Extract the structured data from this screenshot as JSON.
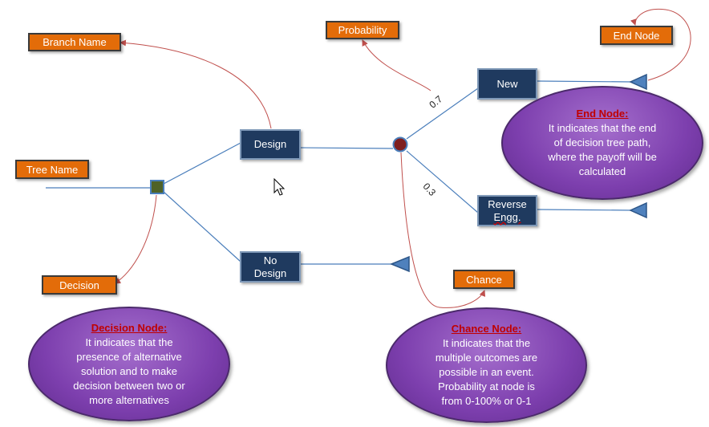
{
  "labels": {
    "branch_name": "Branch Name",
    "probability": "Probability",
    "end_node": "End Node",
    "tree_name": "Tree Name",
    "decision": "Decision",
    "chance": "Chance"
  },
  "nodes": {
    "design": "Design",
    "no_design_line1": "No",
    "no_design_line2": "Design",
    "new": "New",
    "reverse_line1": "Reverse",
    "reverse_line2": "Engg."
  },
  "probabilities": {
    "upper": "0.7",
    "lower": "0.3"
  },
  "callouts": {
    "end": {
      "title": "End Node:",
      "lines": [
        "It indicates  that the end",
        "of decision tree path,",
        "where the payoff will be",
        "calculated"
      ]
    },
    "decision": {
      "title": "Decision Node:",
      "lines": [
        "It indicates  that the",
        "presence of alternative",
        "solution and to make",
        "decision between two or",
        "more alternatives"
      ]
    },
    "chance": {
      "title": "Chance Node:",
      "lines": [
        "It indicates  that the",
        "multiple outcomes are",
        "possible in an event.",
        "Probability at node is",
        "from 0-100%  or  0-1"
      ]
    }
  },
  "colors": {
    "label_fill": "#e36c09",
    "node_fill": "#1f3a5f",
    "callout_fill": "#7d3fae",
    "title_red": "#c00000",
    "link_blue": "#4a7ebb",
    "arrow_red": "#c0504d"
  }
}
